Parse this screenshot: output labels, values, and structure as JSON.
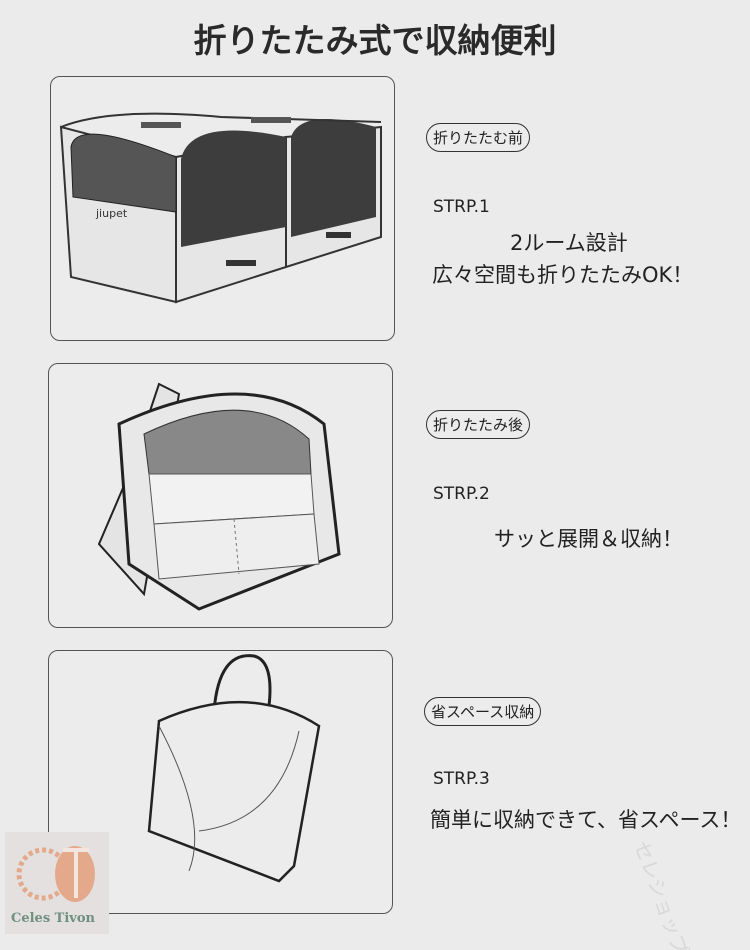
{
  "title": "折りたたみ式で収納便利",
  "sections": [
    {
      "badge": "折りたたむ前",
      "step": "STRP.1",
      "lines": [
        "2ルーム設計",
        "広々空間も折りたたみOK！"
      ],
      "brand": "jiupet"
    },
    {
      "badge": "折りたたみ後",
      "step": "STRP.2",
      "lines": [
        "サッと展開＆収納！"
      ]
    },
    {
      "badge": "省スペース収納",
      "step": "STRP.3",
      "lines": [
        "簡単に収納できて、省スペース！"
      ]
    }
  ],
  "logo": {
    "text": "Celes Tivon"
  },
  "watermark": "セレショップ"
}
